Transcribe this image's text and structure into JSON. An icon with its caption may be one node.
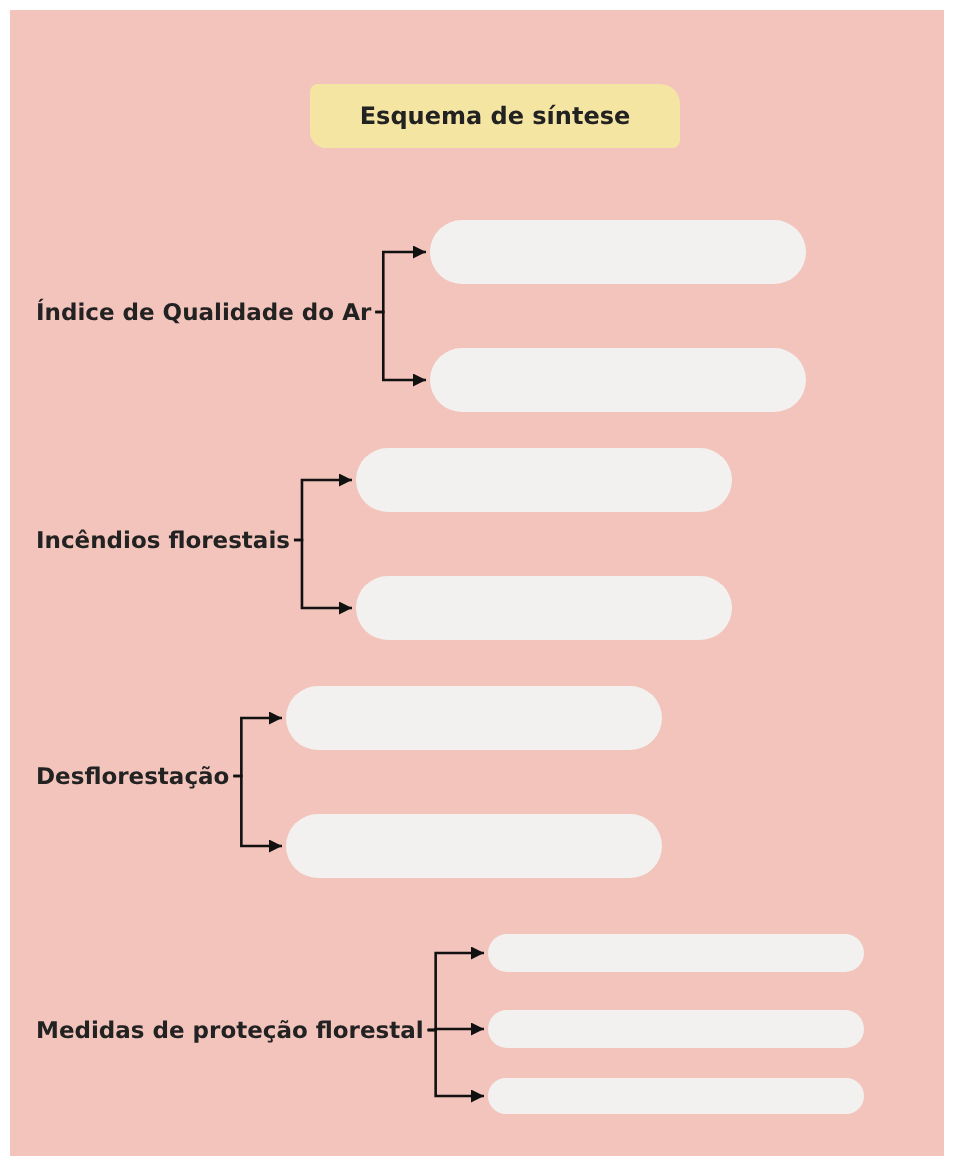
{
  "diagram": {
    "title": "Esquema de síntese",
    "nodes": [
      {
        "text": [
          "Índice de Qualidade do Ar"
        ]
      },
      {
        "text": [],
        "shape": "pill"
      },
      {
        "text": [],
        "shape": "pill"
      },
      {
        "text": [
          "Incêndios florestais"
        ]
      },
      {
        "text": [],
        "shape": "pill"
      },
      {
        "text": [],
        "shape": "pill"
      },
      {
        "text": [
          "Desflorestação"
        ]
      },
      {
        "text": [],
        "shape": "pill"
      },
      {
        "text": [],
        "shape": "pill"
      },
      {
        "text": [
          "Medidas de proteção florestal"
        ]
      },
      {
        "text": [],
        "shape": "pill"
      },
      {
        "text": [],
        "shape": "pill"
      },
      {
        "text": [],
        "shape": "pill"
      }
    ],
    "edges": [
      {
        "from": 0,
        "to": 1,
        "arrow": "to"
      },
      {
        "from": 0,
        "to": 2,
        "arrow": "to"
      },
      {
        "from": 3,
        "to": 4,
        "arrow": "to"
      },
      {
        "from": 3,
        "to": 5,
        "arrow": "to"
      },
      {
        "from": 6,
        "to": 7,
        "arrow": "to"
      },
      {
        "from": 6,
        "to": 8,
        "arrow": "to"
      },
      {
        "from": 9,
        "to": 10,
        "arrow": "to"
      },
      {
        "from": 9,
        "to": 11,
        "arrow": "to"
      },
      {
        "from": 9,
        "to": 12,
        "arrow": "to"
      }
    ]
  }
}
